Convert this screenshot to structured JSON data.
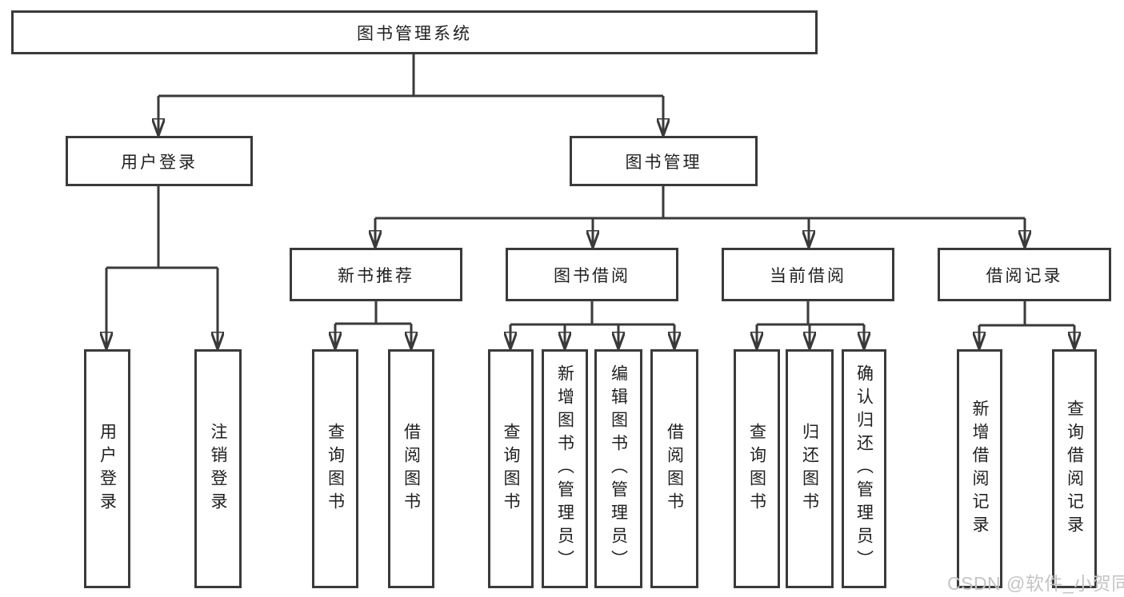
{
  "diagram_title": "图书管理系统",
  "tree": {
    "root": {
      "label": "图书管理系统"
    },
    "branches": [
      {
        "label": "用户登录",
        "children": [
          {
            "label": "用户登录"
          },
          {
            "label": "注销登录"
          }
        ]
      },
      {
        "label": "图书管理",
        "children": [
          {
            "label": "新书推荐",
            "children": [
              {
                "label": "查询图书"
              },
              {
                "label": "借阅图书"
              }
            ]
          },
          {
            "label": "图书借阅",
            "children": [
              {
                "label": "查询图书"
              },
              {
                "label": "新增图书（管理员）"
              },
              {
                "label": "编辑图书（管理员）"
              },
              {
                "label": "借阅图书"
              }
            ]
          },
          {
            "label": "当前借阅",
            "children": [
              {
                "label": "查询图书"
              },
              {
                "label": "归还图书"
              },
              {
                "label": "确认归还（管理员）"
              }
            ]
          },
          {
            "label": "借阅记录",
            "children": [
              {
                "label": "新增借阅记录"
              },
              {
                "label": "查询借阅记录"
              }
            ]
          }
        ]
      }
    ]
  },
  "watermark": "CSDN @软件_小贺同学",
  "colors": {
    "line": "#3a3a3a",
    "text": "#1f1f1f",
    "background": "#ffffff",
    "watermark": "#c4c4c4"
  }
}
